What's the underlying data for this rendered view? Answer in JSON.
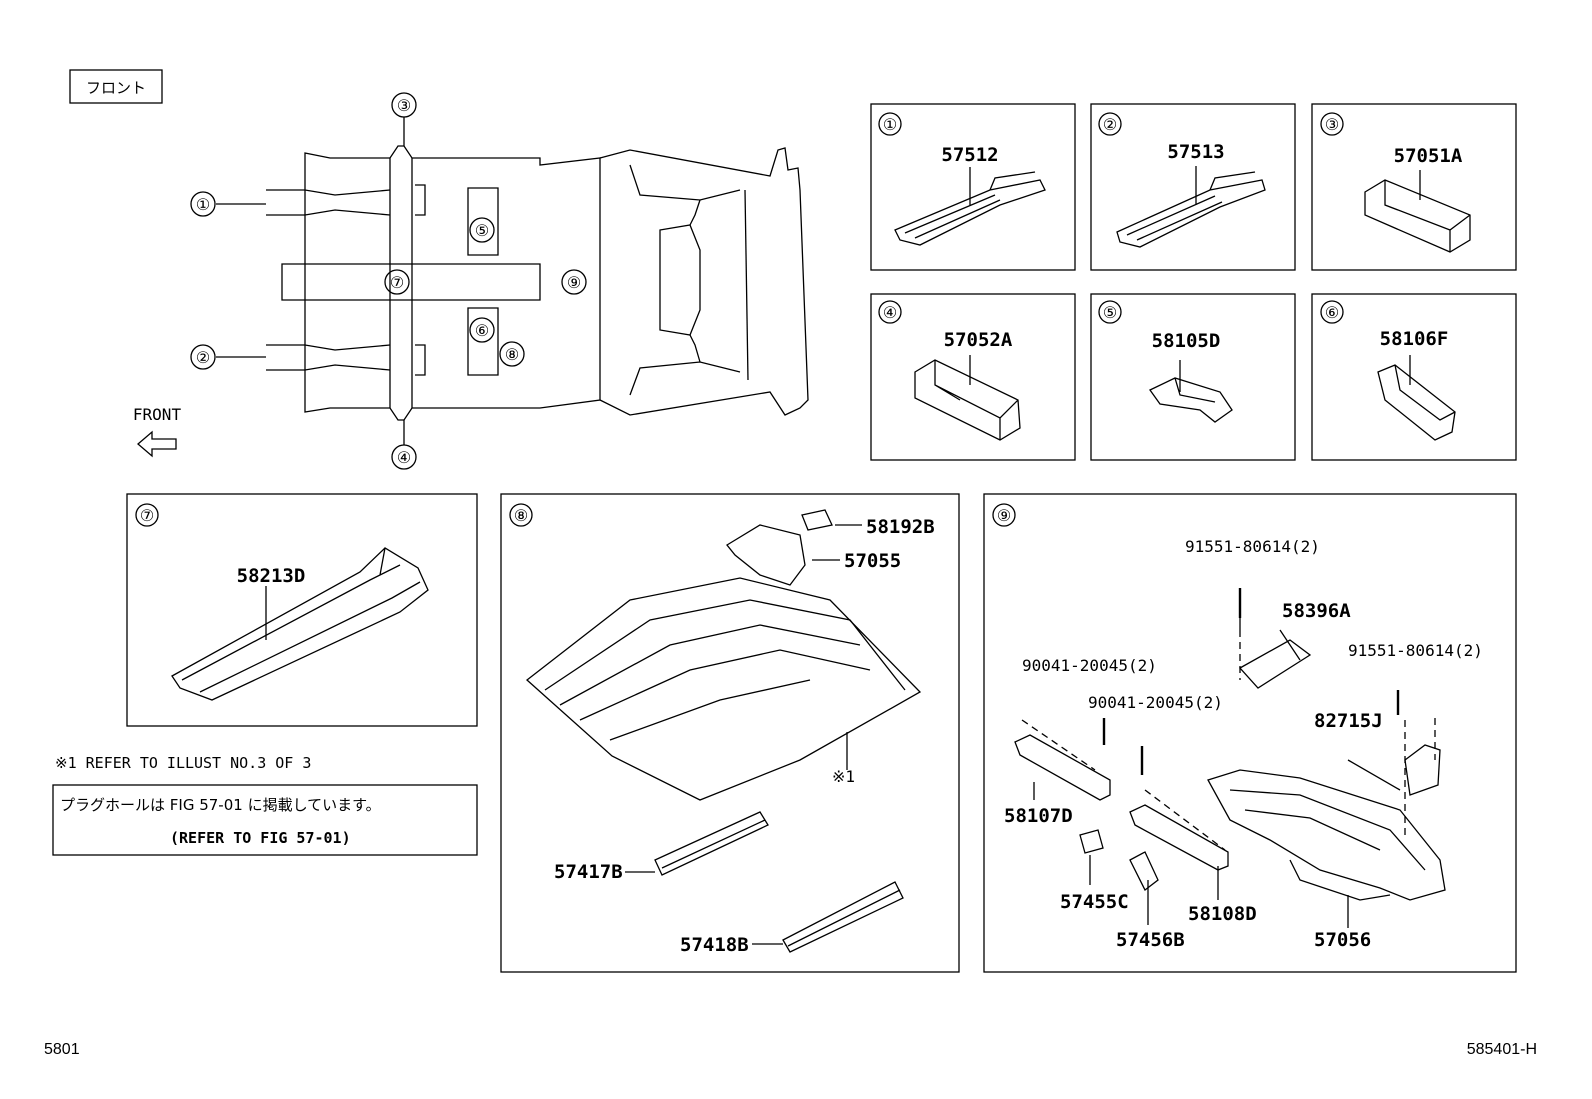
{
  "front_jp": "フロント",
  "front_en": "FRONT",
  "callouts": {
    "c1": "①",
    "c2": "②",
    "c3": "③",
    "c4": "④",
    "c5": "⑤",
    "c6": "⑥",
    "c7": "⑦",
    "c8": "⑧",
    "c9": "⑨"
  },
  "panels": {
    "p1": {
      "num": "①",
      "part": "57512"
    },
    "p2": {
      "num": "②",
      "part": "57513"
    },
    "p3": {
      "num": "③",
      "part": "57051A"
    },
    "p4": {
      "num": "④",
      "part": "57052A"
    },
    "p5": {
      "num": "⑤",
      "part": "58105D"
    },
    "p6": {
      "num": "⑥",
      "part": "58106F"
    },
    "p7": {
      "num": "⑦",
      "part": "58213D"
    },
    "p8": {
      "num": "⑧",
      "parts": [
        "58192B",
        "57055",
        "57417B",
        "57418B"
      ],
      "ref": "※1"
    },
    "p9": {
      "num": "⑨",
      "parts": [
        "91551-80614(2)",
        "58396A",
        "91551-80614(2)",
        "90041-20045(2)",
        "90041-20045(2)",
        "82715J",
        "58107D",
        "57455C",
        "58108D",
        "57456B",
        "57056"
      ]
    }
  },
  "note1": "※1  REFER TO ILLUST NO.3 OF 3",
  "plug_note_jp": "プラグホールは FIG 57-01 に掲載しています。",
  "plug_note_en": "(REFER TO FIG 57-01)",
  "footer_left": "5801",
  "footer_right": "585401-H"
}
